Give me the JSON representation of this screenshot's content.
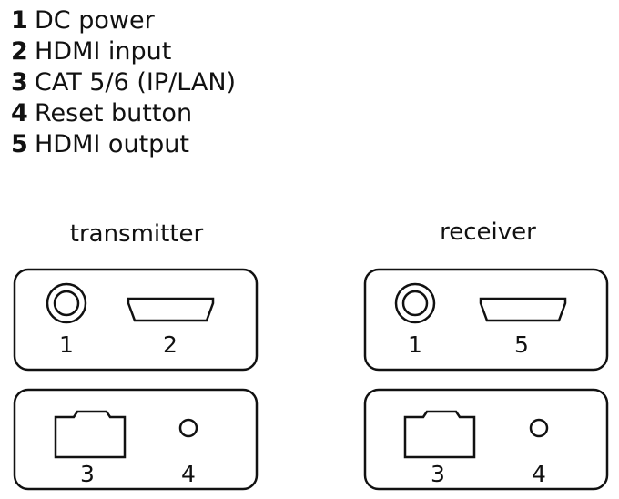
{
  "legend": [
    {
      "number": "1",
      "text": "DC power"
    },
    {
      "number": "2",
      "text": "HDMI input"
    },
    {
      "number": "3",
      "text": "CAT 5/6 (IP/LAN)"
    },
    {
      "number": "4",
      "text": "Reset button"
    },
    {
      "number": "5",
      "text": "HDMI output"
    }
  ],
  "transmitter": {
    "title": "transmitter",
    "front": {
      "left_label": "1",
      "right_label": "2"
    },
    "back": {
      "left_label": "3",
      "right_label": "4"
    }
  },
  "receiver": {
    "title": "receiver",
    "front": {
      "left_label": "1",
      "right_label": "5"
    },
    "back": {
      "left_label": "3",
      "right_label": "4"
    }
  },
  "colors": {
    "stroke": "#111111",
    "background": "#ffffff"
  }
}
